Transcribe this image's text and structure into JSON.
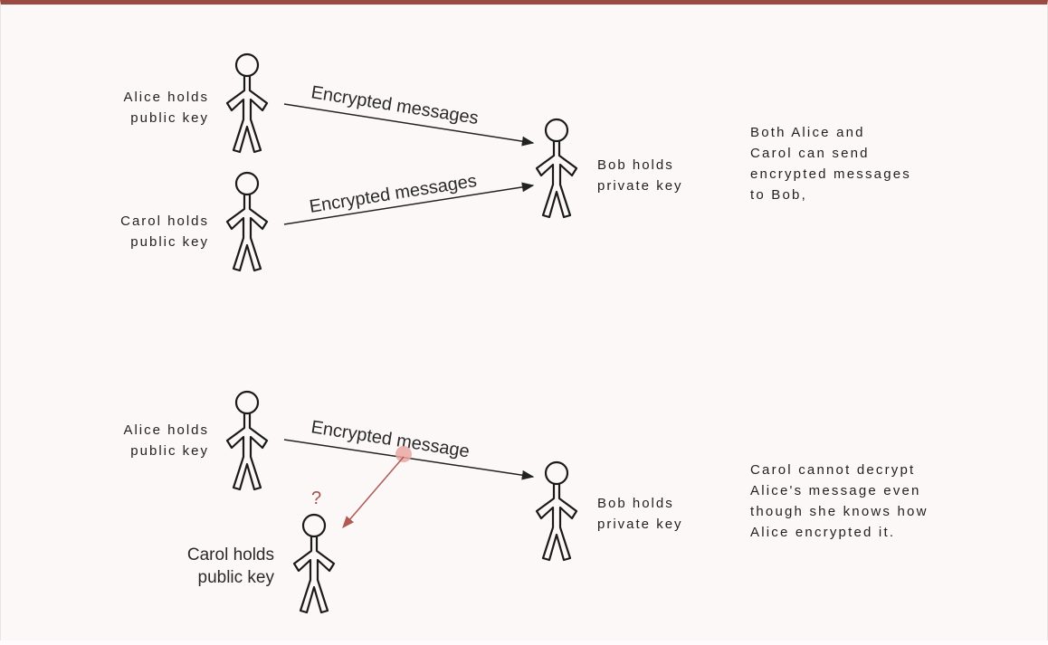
{
  "top": {
    "alice_label": "Alice holds\npublic key",
    "carol_label": "Carol holds\npublic key",
    "bob_label": "Bob holds\nprivate key",
    "arrow1_label": "Encrypted messages",
    "arrow2_label": "Encrypted messages",
    "note": "Both Alice and\nCarol can send\nencrypted messages\nto Bob,"
  },
  "bottom": {
    "alice_label": "Alice holds\npublic key",
    "bob_label": "Bob holds\nprivate key",
    "carol_label": "Carol holds\npublic key",
    "arrow_label": "Encrypted message",
    "question_mark": "?",
    "note": "Carol cannot decrypt\nAlice's message even\nthough she knows how\nAlice encrypted it."
  },
  "colors": {
    "top_border": "#9a4a42",
    "intercept_arrow": "#b05a52",
    "intercept_dot": "#e9a7a2"
  },
  "icons": {
    "person": "stick-figure-icon"
  }
}
